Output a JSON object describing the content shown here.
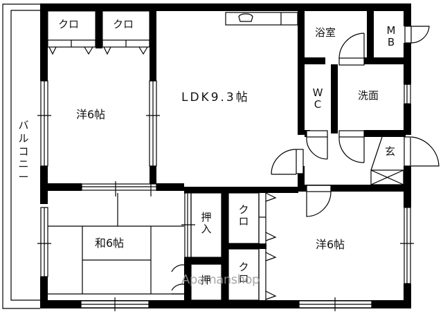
{
  "floorplan": {
    "rooms": {
      "western_room_1": "洋6帖",
      "ldk": "LDK9.3帖",
      "bathroom": "浴室",
      "meter_box": "MB",
      "toilet": "WC",
      "washroom": "洗面",
      "entrance": "玄",
      "japanese_room": "和6帖",
      "western_room_2": "洋6帖",
      "balcony": "バルコニー",
      "closet_top_left": "クロ",
      "closet_top_right": "クロ",
      "oshiire": "押入",
      "closet_mid": "クロ",
      "closet_bottom": "クロ",
      "oshiire_small": "押"
    },
    "watermark": "Apamanshop",
    "colors": {
      "wall": "#000000",
      "background": "#ffffff",
      "line": "#000000",
      "watermark": "#9a9a9a"
    }
  }
}
